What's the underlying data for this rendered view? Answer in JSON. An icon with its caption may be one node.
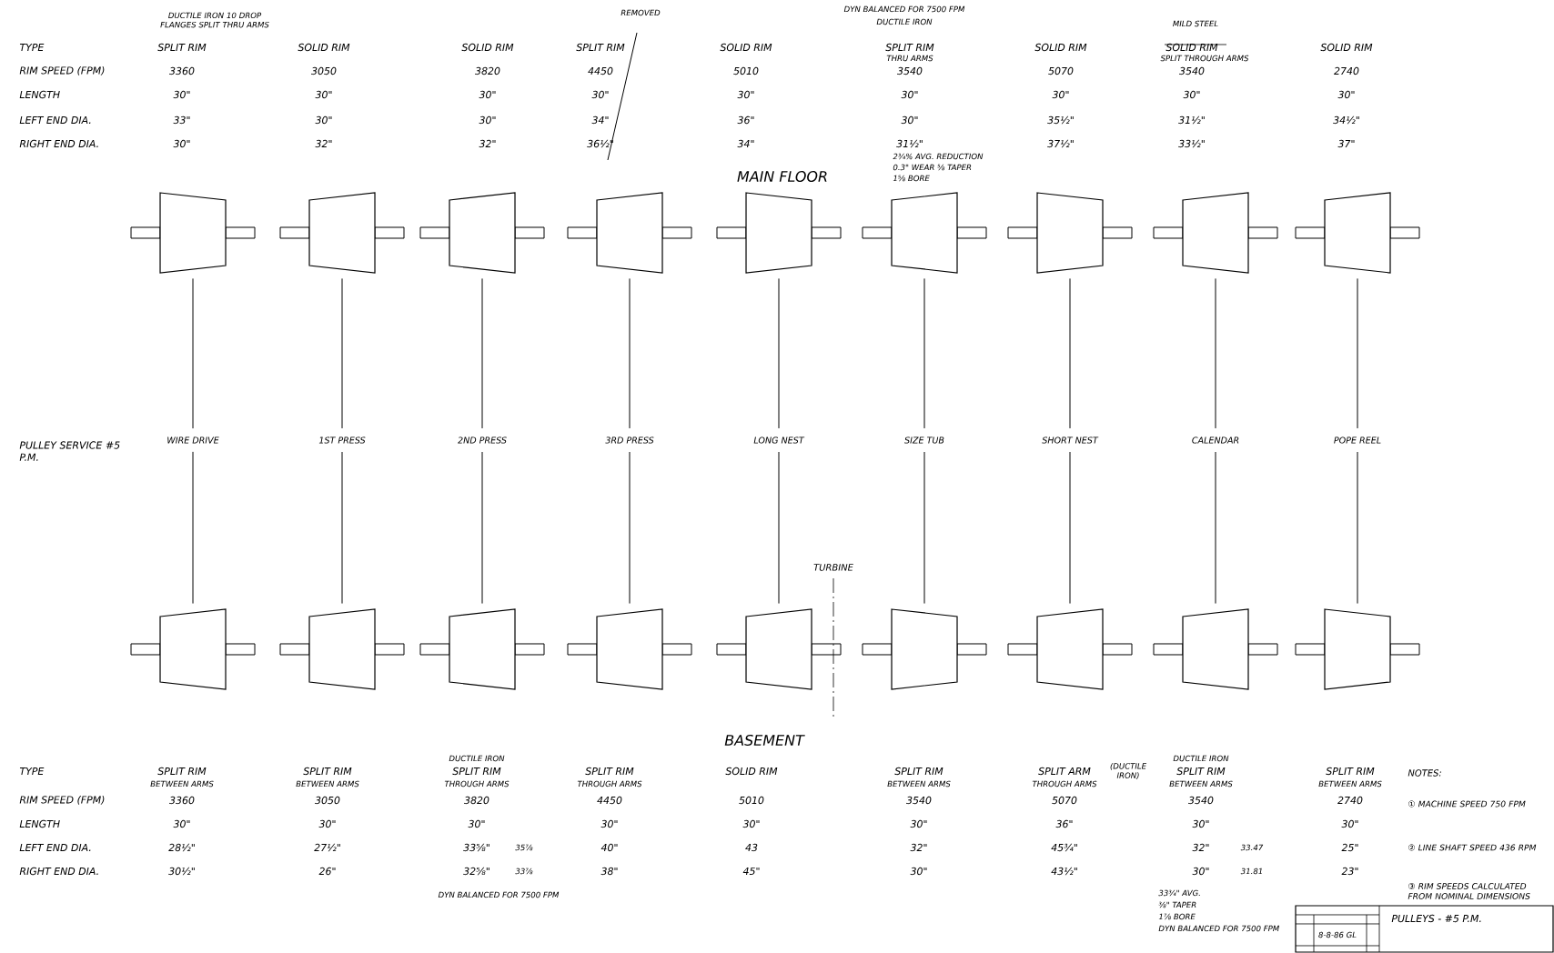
{
  "diagram": {
    "nodes": [
      {
        "text": [],
        "shape": "trapezoid"
      },
      {
        "text": [],
        "shape": "trapezoid"
      },
      {
        "text": [],
        "shape": "trapezoid"
      },
      {
        "text": [],
        "shape": "trapezoid"
      },
      {
        "text": [],
        "shape": "trapezoid"
      },
      {
        "text": [],
        "shape": "trapezoid"
      },
      {
        "text": [],
        "shape": "trapezoid"
      },
      {
        "text": [],
        "shape": "trapezoid"
      },
      {
        "text": [],
        "shape": "trapezoid"
      },
      {
        "text": [
          "WIRE DRIVE"
        ]
      },
      {
        "text": [
          "1ST PRESS"
        ]
      },
      {
        "text": [
          "2ND PRESS"
        ]
      },
      {
        "text": [
          "3RD PRESS"
        ]
      },
      {
        "text": [
          "LONG NEST"
        ]
      },
      {
        "text": [
          "SIZE TUB"
        ]
      },
      {
        "text": [
          "SHORT NEST"
        ]
      },
      {
        "text": [
          "CALENDAR"
        ]
      },
      {
        "text": [
          "POPE REEL"
        ]
      },
      {
        "text": [],
        "shape": "trapezoid"
      },
      {
        "text": [],
        "shape": "trapezoid"
      },
      {
        "text": [],
        "shape": "trapezoid"
      },
      {
        "text": [],
        "shape": "trapezoid"
      },
      {
        "text": [],
        "shape": "trapezoid"
      },
      {
        "text": [],
        "shape": "trapezoid"
      },
      {
        "text": [],
        "shape": "trapezoid"
      },
      {
        "text": [],
        "shape": "trapezoid"
      },
      {
        "text": [],
        "shape": "trapezoid"
      }
    ],
    "edges": [
      {
        "from": 0,
        "to": 9,
        "arrow": "none"
      },
      {
        "from": 1,
        "to": 10,
        "arrow": "none"
      },
      {
        "from": 2,
        "to": 11,
        "arrow": "none"
      },
      {
        "from": 3,
        "to": 12,
        "arrow": "none"
      },
      {
        "from": 4,
        "to": 13,
        "arrow": "none"
      },
      {
        "from": 5,
        "to": 14,
        "arrow": "none"
      },
      {
        "from": 6,
        "to": 15,
        "arrow": "none"
      },
      {
        "from": 7,
        "to": 16,
        "arrow": "none"
      },
      {
        "from": 8,
        "to": 17,
        "arrow": "none"
      },
      {
        "from": 9,
        "to": 18,
        "arrow": "none"
      },
      {
        "from": 10,
        "to": 19,
        "arrow": "none"
      },
      {
        "from": 11,
        "to": 20,
        "arrow": "none"
      },
      {
        "from": 12,
        "to": 21,
        "arrow": "none"
      },
      {
        "from": 13,
        "to": 22,
        "arrow": "none"
      },
      {
        "from": 14,
        "to": 23,
        "arrow": "none"
      },
      {
        "from": 15,
        "to": 24,
        "arrow": "none"
      },
      {
        "from": 16,
        "to": 25,
        "arrow": "none"
      },
      {
        "from": 17,
        "to": 26,
        "arrow": "none"
      }
    ],
    "labels": [
      "DUCTILE IRON 10 DROP FLANGES SPLIT THRU ARMS",
      "REMOVED",
      "DYN BALANCED FOR 7500 FPM",
      "DUCTILE IRON",
      "MILD STEEL",
      "TYPE",
      "SPLIT RIM",
      "SOLID RIM",
      "SOLID RIM",
      "SPLIT RIM",
      "SOLID RIM",
      "SPLIT RIM",
      "SOLID RIM",
      "SOLID RIM",
      "SOLID RIM",
      "THRU ARMS",
      "SPLIT THROUGH ARMS",
      "RIM SPEED (FPM)",
      "3360",
      "3050",
      "3820",
      "4450",
      "5010",
      "3540",
      "5070",
      "3540",
      "2740",
      "LENGTH",
      "30\"",
      "30\"",
      "30\"",
      "30\"",
      "30\"",
      "30\"",
      "30\"",
      "30\"",
      "30\"",
      "LEFT END DIA.",
      "33\"",
      "30\"",
      "30\"",
      "34\"",
      "36\"",
      "30\"",
      "35½\"",
      "31½\"",
      "34½\"",
      "RIGHT END DIA.",
      "30\"",
      "32\"",
      "32\"",
      "36½\"",
      "34\"",
      "31½\"",
      "37½\"",
      "33½\"",
      "37\"",
      "2¾% AVG. REDUCTION",
      "0.3\" WEAR ⅝ TAPER",
      "1⅝ BORE",
      "MAIN FLOOR",
      "PULLEY SERVICE #5 P.M.",
      "TURBINE",
      "BASEMENT",
      "DUCTILE IRON",
      "DUCTILE IRON",
      "TYPE",
      "SPLIT RIM",
      "SPLIT RIM",
      "SPLIT RIM",
      "SPLIT RIM",
      "SOLID RIM",
      "SPLIT RIM",
      "SPLIT ARM",
      "SPLIT RIM",
      "SPLIT RIM",
      "(DUCTILE IRON)",
      "BETWEEN ARMS",
      "BETWEEN ARMS",
      "THROUGH ARMS",
      "THROUGH ARMS",
      "BETWEEN ARMS",
      "THROUGH ARMS",
      "BETWEEN ARMS",
      "BETWEEN ARMS",
      "RIM SPEED (FPM)",
      "3360",
      "3050",
      "3820",
      "4450",
      "5010",
      "3540",
      "5070",
      "3540",
      "2740",
      "LENGTH",
      "30\"",
      "30\"",
      "30\"",
      "30\"",
      "30\"",
      "30\"",
      "36\"",
      "30\"",
      "30\"",
      "LEFT END DIA.",
      "28½\"",
      "27½\"",
      "33⅝\"",
      "35⅞",
      "40\"",
      "43",
      "32\"",
      "45¾\"",
      "32\"",
      "33.47",
      "25\"",
      "RIGHT END DIA.",
      "30½\"",
      "26\"",
      "32⅝\"",
      "33⅞",
      "38\"",
      "45\"",
      "30\"",
      "43½\"",
      "30\"",
      "31.81",
      "23\"",
      "DYN BALANCED FOR 7500 FPM",
      "33¾\" AVG.",
      "⅜\" TAPER",
      "1⅞ BORE",
      "DYN BALANCED FOR 7500 FPM",
      "NOTES:",
      "① MACHINE SPEED 750 FPM",
      "② LINE SHAFT SPEED 436 RPM",
      "③ RIM SPEEDS CALCULATED FROM NOMINAL DIMENSIONS",
      "8-8-86 GL",
      "PULLEYS - #5 P.M."
    ]
  }
}
